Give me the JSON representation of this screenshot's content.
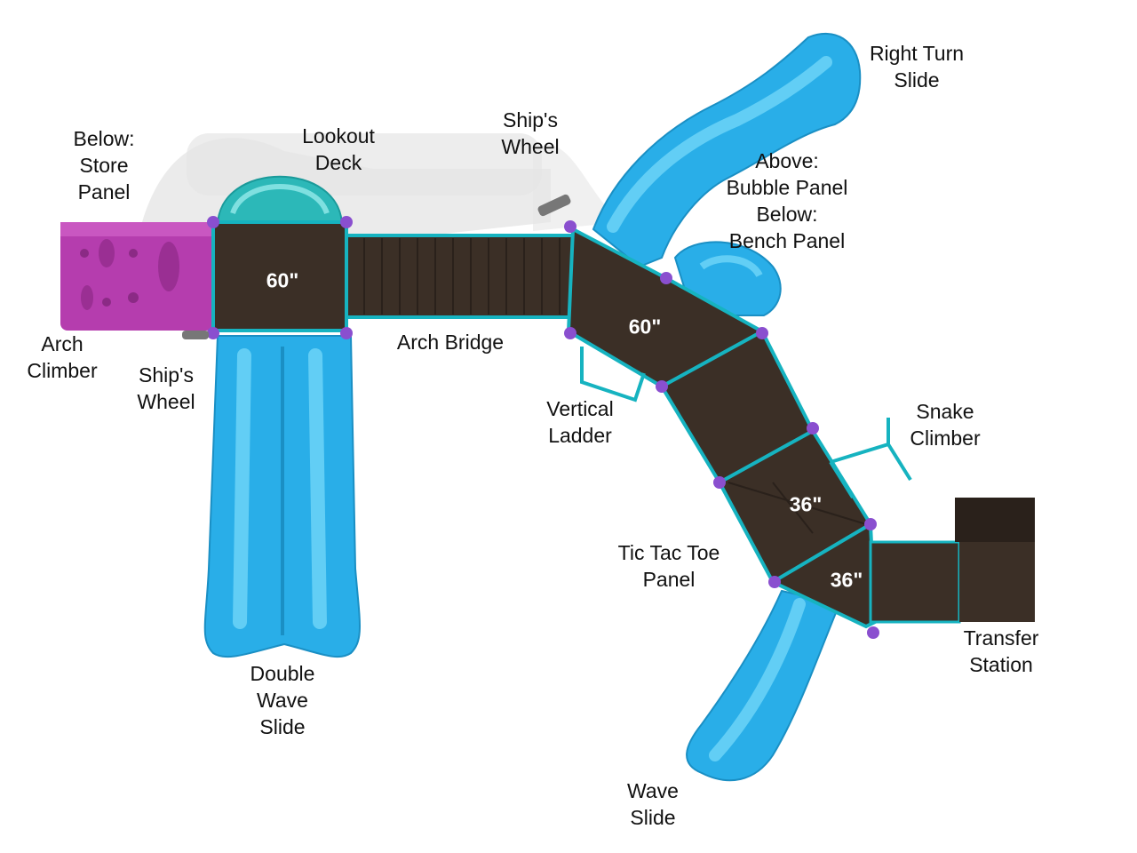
{
  "colors": {
    "deck": "#3b2f26",
    "deck_dark": "#2a211b",
    "slide": "#29aee8",
    "slide_light": "#62cef5",
    "trim": "#16b3c0",
    "climber": "#b53dae",
    "dome": "#2cb8b8",
    "clamp": "#8a4fcf",
    "shadow": "#e3e3e3",
    "height_text": "#ffffff",
    "label_text": "#111111"
  },
  "labels": {
    "right_turn_slide": [
      "Right Turn",
      "Slide"
    ],
    "ships_wheel_top": [
      "Ship's",
      "Wheel"
    ],
    "lookout_deck": [
      "Lookout",
      "Deck"
    ],
    "store_panel": [
      "Below:",
      "Store",
      "Panel"
    ],
    "bubble_bench_panel": [
      "Above:",
      "Bubble Panel",
      "Below:",
      "Bench Panel"
    ],
    "arch_climber": [
      "Arch",
      "Climber"
    ],
    "ships_wheel_left": [
      "Ship's",
      "Wheel"
    ],
    "arch_bridge": [
      "Arch Bridge"
    ],
    "vertical_ladder": [
      "Vertical",
      "Ladder"
    ],
    "snake_climber": [
      "Snake",
      "Climber"
    ],
    "tic_tac_toe_panel": [
      "Tic Tac Toe",
      "Panel"
    ],
    "transfer_station": [
      "Transfer",
      "Station"
    ],
    "double_wave_slide": [
      "Double",
      "Wave",
      "Slide"
    ],
    "wave_slide": [
      "Wave",
      "Slide"
    ]
  },
  "heights": {
    "deck_left": "60\"",
    "deck_center": "60\"",
    "deck_lower": "36\"",
    "deck_corner": "36\""
  }
}
